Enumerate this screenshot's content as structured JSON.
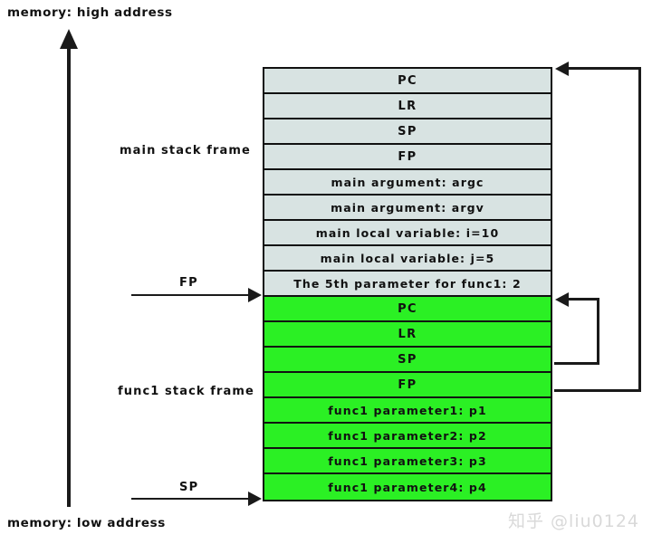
{
  "diagram": {
    "title_top": "memory: high address",
    "title_bottom": "memory: low address",
    "axis_icon": "up-arrow-icon",
    "colors": {
      "main_frame_fill": "#d8e3e2",
      "func1_frame_fill": "#2bf024",
      "stroke": "#111111",
      "watermark": "#d9d9d9"
    }
  },
  "labels": {
    "main_frame": "main stack frame",
    "func1_frame": "func1 stack frame",
    "fp_pointer": "FP",
    "sp_pointer": "SP"
  },
  "stack": {
    "rows": [
      {
        "text": "PC",
        "frame": "main",
        "kind": "register"
      },
      {
        "text": "LR",
        "frame": "main",
        "kind": "register"
      },
      {
        "text": "SP",
        "frame": "main",
        "kind": "register"
      },
      {
        "text": "FP",
        "frame": "main",
        "kind": "register"
      },
      {
        "text": "main argument:  argc",
        "frame": "main",
        "kind": "data"
      },
      {
        "text": "main argument:  argv",
        "frame": "main",
        "kind": "data"
      },
      {
        "text": "main local variable:  i=10",
        "frame": "main",
        "kind": "data"
      },
      {
        "text": "main local variable:  j=5",
        "frame": "main",
        "kind": "data"
      },
      {
        "text": "The 5th parameter for func1: 2",
        "frame": "main",
        "kind": "data"
      },
      {
        "text": "PC",
        "frame": "func1",
        "kind": "register"
      },
      {
        "text": "LR",
        "frame": "func1",
        "kind": "register"
      },
      {
        "text": "SP",
        "frame": "func1",
        "kind": "register"
      },
      {
        "text": "FP",
        "frame": "func1",
        "kind": "register"
      },
      {
        "text": "func1 parameter1: p1",
        "frame": "func1",
        "kind": "data"
      },
      {
        "text": "func1 parameter2: p2",
        "frame": "func1",
        "kind": "data"
      },
      {
        "text": "func1 parameter3: p3",
        "frame": "func1",
        "kind": "data"
      },
      {
        "text": "func1 parameter4: p4",
        "frame": "func1",
        "kind": "data"
      }
    ]
  },
  "watermark": {
    "text": "知乎 @liu0124"
  }
}
